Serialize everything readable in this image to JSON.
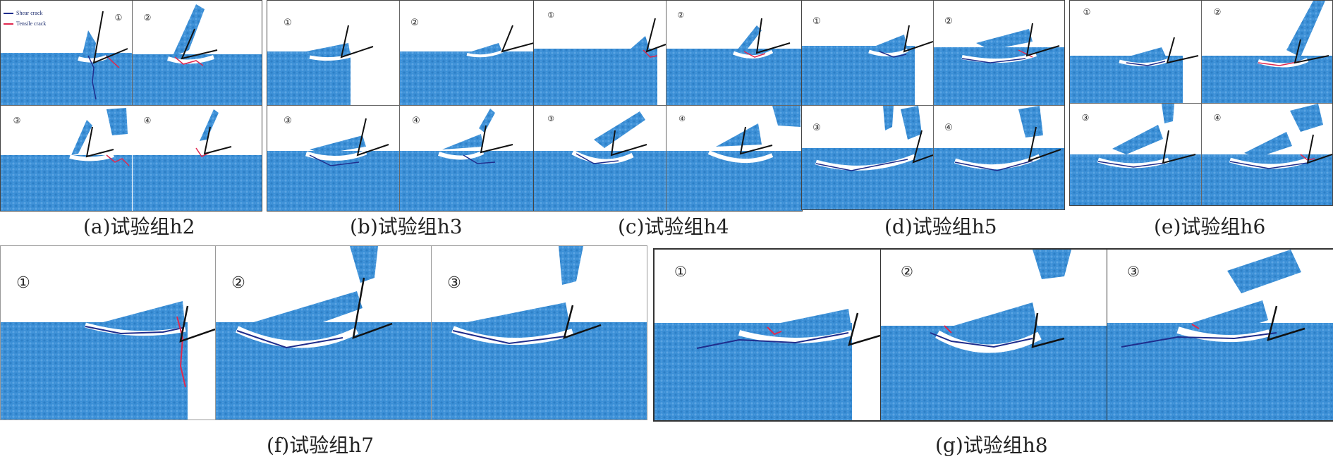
{
  "colors": {
    "particle": "#3b8fd6",
    "particle_dark": "#2a73b8",
    "shear_crack": "#1f2d8c",
    "tensile_crack": "#e0284f",
    "tool": "#111111"
  },
  "legend": {
    "shear_label": "Shear crack",
    "tensile_label": "Tensile crack"
  },
  "stage_labels": [
    "①",
    "②",
    "③",
    "④"
  ],
  "groups": [
    {
      "id": "a",
      "caption": "(a)试验组h2"
    },
    {
      "id": "b",
      "caption": "(b)试验组h3"
    },
    {
      "id": "c",
      "caption": "(c)试验组h4"
    },
    {
      "id": "d",
      "caption": "(d)试验组h5"
    },
    {
      "id": "e",
      "caption": "(e)试验组h6"
    },
    {
      "id": "f",
      "caption": "(f)试验组h7"
    },
    {
      "id": "g",
      "caption": "(g)试验组h8"
    }
  ]
}
